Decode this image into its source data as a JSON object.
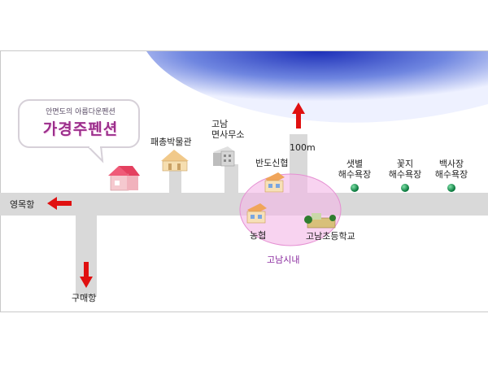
{
  "map": {
    "bubble": {
      "subtitle": "안면도의 아름다운펜션",
      "title": "가경주펜션"
    },
    "labels": {
      "youngmok": "영목항",
      "gumae": "구매항",
      "museum": "패총박물관",
      "office_line1": "고남",
      "office_line2": "면사무소",
      "distance": "100m",
      "bando": "반도신협",
      "nonghyup": "농협",
      "school": "고남초등학교",
      "town": "고남시내"
    },
    "beaches": [
      {
        "line1": "샛별",
        "line2": "해수욕장"
      },
      {
        "line1": "꽃지",
        "line2": "해수욕장"
      },
      {
        "line1": "백사장",
        "line2": "해수욕장"
      }
    ]
  }
}
